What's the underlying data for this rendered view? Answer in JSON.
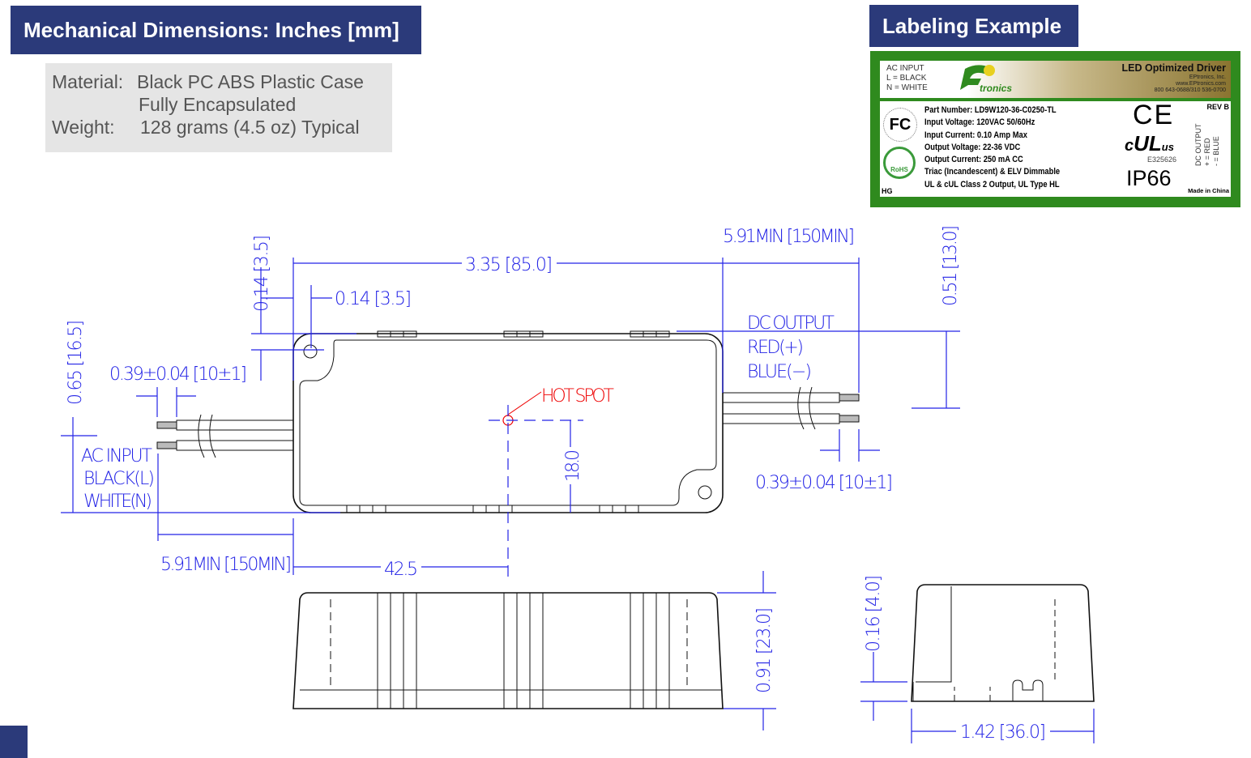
{
  "header": {
    "title": "Mechanical Dimensions: Inches [mm]",
    "label_title": "Labeling Example"
  },
  "material": {
    "material_label": "Material:",
    "material_value": "Black PC ABS Plastic Case",
    "material_value2": "Fully Encapsulated",
    "weight_label": "Weight:",
    "weight_value": "128 grams (4.5 oz) Typical"
  },
  "label": {
    "ac_input": "AC INPUT",
    "l_black": "L = BLACK",
    "n_white": "N = WHITE",
    "logo": "EPtronics",
    "title": "LED Optimized Driver",
    "company": "EPtronics, Inc.",
    "website": "www.EPtronics.com",
    "phone": "800 643-0688/310 536-0700",
    "specs": [
      "Part Number: LD9W120-36-C0250-TL",
      "Input Voltage: 120VAC 50/60Hz",
      "Input Current: 0.10 Amp Max",
      "Output Voltage: 22-36 VDC",
      "Output Current: 250 mA CC",
      "Triac (Incandescent) & ELV Dimmable",
      "UL & cUL Class 2 Output, UL Type HL"
    ],
    "rev": "REV B",
    "dc_output": "DC OUTPUT",
    "plus_red": "+ = RED",
    "minus_blue": "- = BLUE",
    "ce": "CE",
    "ul_file": "E325626",
    "ip": "IP66",
    "made_in": "Made in China",
    "hg": "HG",
    "fcc": "FC",
    "rohs": "RoHS"
  },
  "dims": {
    "top_wire_len": "5.91MIN [150MIN]",
    "length": "3.35 [85.0]",
    "hole_offset_v": "0.14 [3.5]",
    "hole_offset_h": "0.14 [3.5]",
    "wire_offset": "0.51 [13.0]",
    "width": "0.65 [16.5]",
    "strip_left": "0.39±0.04 [10±1]",
    "strip_right": "0.39±0.04 [10±1]",
    "hotspot_y": "18.0",
    "hotspot_x": "42.5",
    "bottom_wire_len": "5.91MIN [150MIN]",
    "height": "0.91 [23.0]",
    "flange": "0.16 [4.0]",
    "depth": "1.42 [36.0]"
  },
  "callouts": {
    "dc_output": "DC OUTPUT",
    "red": "RED(+)",
    "blue": "BLUE(−)",
    "hot_spot": "HOT SPOT",
    "ac_input": "AC INPUT",
    "black": "BLACK(L)",
    "white": "WHITE(N)"
  }
}
